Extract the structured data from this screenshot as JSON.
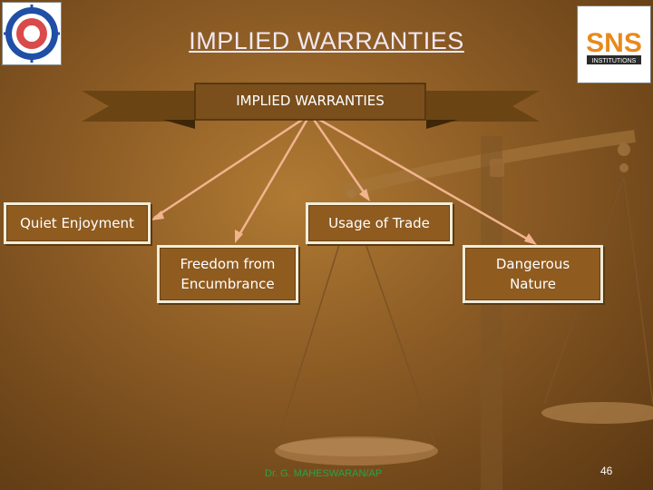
{
  "slide": {
    "title": "IMPLIED WARRANTIES",
    "footer": "Dr. G. MAHESWARAN/AP",
    "page_number": "46"
  },
  "diagram": {
    "root": "IMPLIED WARRANTIES",
    "children": [
      {
        "label_lines": [
          "Quiet Enjoyment"
        ]
      },
      {
        "label_lines": [
          "Usage of Trade"
        ]
      },
      {
        "label_lines": [
          "Freedom from",
          "Encumbrance"
        ]
      },
      {
        "label_lines": [
          "Dangerous",
          "Nature"
        ]
      }
    ]
  },
  "logos": {
    "right_text": "SNS",
    "right_subtext": "INSTITUTIONS"
  },
  "colors": {
    "box_fill": "#8f5b1f",
    "box_border": "#f1ecd9",
    "arrow": "#f2b48e",
    "footer_text": "#25a54a"
  }
}
